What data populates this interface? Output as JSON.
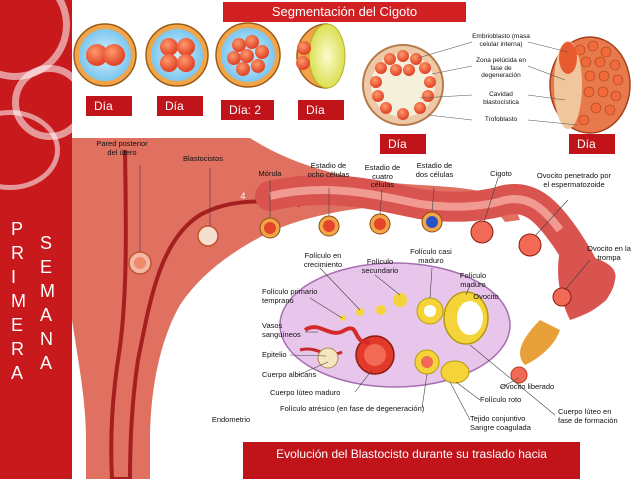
{
  "header": {
    "title": "Segmentación del Cigoto"
  },
  "sidebar": {
    "word1": "PRIMERA",
    "word2": "SEMANA"
  },
  "stage_labels": [
    "Día",
    "Día",
    "Día: 2",
    "Día",
    "Día",
    "Día"
  ],
  "blastocyst_section": {
    "labels": [
      "Embrioblasto (masa celular interna)",
      "Zona pelúcida en fase de degeneración",
      "Cavidad blastocística",
      "Trofoblasto"
    ]
  },
  "uterus_labels": {
    "pared": "Pared posterior del útero",
    "blastocistos": "Blastocistos",
    "morula": "Mórula",
    "ocho": "Estadio de ocho células",
    "cuatro": "Estadio de cuatro células",
    "dos": "Estadio de dos células",
    "cigoto": "Cigoto",
    "ovocito_penetrado": "Ovocito penetrado por el espermatozoide",
    "ovocito_trompa": "Ovocito en la trompa",
    "endometrio": "Endometrio",
    "marker": "4"
  },
  "ovary_labels": {
    "foliculo_crecimiento": "Folículo en crecimiento",
    "foliculo_secundario": "Folículo secundario",
    "foliculo_casi_maduro": "Folículo casi maduro",
    "foliculo_maduro": "Folículo maduro",
    "ovocito": "Ovocito",
    "primario": "Folículo primario temprano",
    "vasos": "Vasos sanguíneos",
    "epitelio": "Epitelio",
    "albicans": "Cuerpo albicans",
    "luteo_maduro": "Cuerpo lúteo maduro",
    "atresico": "Folículo atrésico (en fase de degeneración)",
    "liberado": "Ovocito liberado",
    "roto": "Folículo roto",
    "tejido": "Tejido conjuntivo",
    "sangre": "Sangre coagulada",
    "luteo_formacion": "Cuerpo lúteo en fase de formación"
  },
  "footer": {
    "line1": "Evolución del Blastocisto durante su traslado hacia"
  },
  "colors": {
    "accent": "#c8191d",
    "tube": "#d9534f",
    "ovary": "#e8c6ec"
  }
}
